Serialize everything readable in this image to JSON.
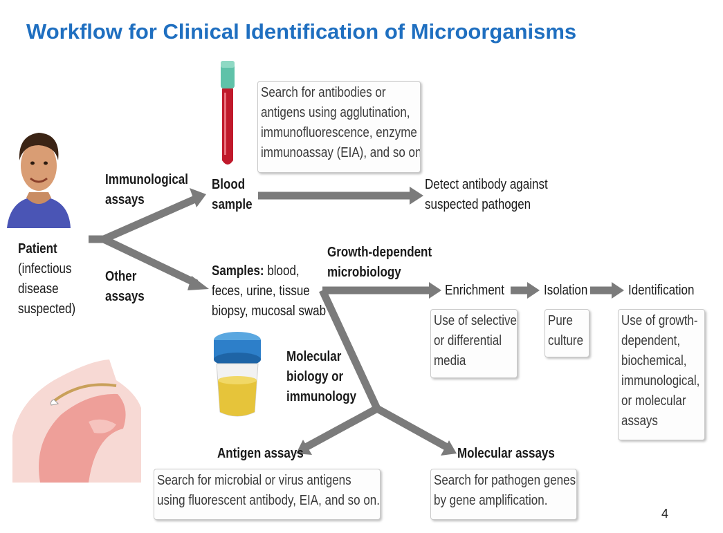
{
  "title": "Workflow for Clinical Identification of Microorganisms",
  "patient": {
    "head": "Patient",
    "lines": [
      "(infectious",
      "disease",
      "suspected)"
    ]
  },
  "immunological_assays": [
    "Immunological",
    "assays"
  ],
  "other_assays": [
    "Other",
    "assays"
  ],
  "blood_sample": [
    "Blood",
    "sample"
  ],
  "blood_box": [
    "Search for antibodies or",
    "antigens using agglutination,",
    "immunofluorescence, enzyme",
    "immunoassay (EIA), and so on."
  ],
  "detect_antibody": [
    "Detect antibody against",
    "suspected pathogen"
  ],
  "samples": {
    "head": "Samples:",
    "first_rest": " blood,",
    "lines": [
      "feces, urine, tissue",
      "biopsy, mucosal swab"
    ]
  },
  "growth_dependent": [
    "Growth-dependent",
    "microbiology"
  ],
  "enrichment": "Enrichment",
  "isolation": "Isolation",
  "identification": "Identification",
  "enrichment_box": [
    "Use of selective",
    "or differential",
    "media"
  ],
  "isolation_box": [
    "Pure",
    "culture"
  ],
  "identification_box": [
    "Use of growth-",
    "dependent,",
    "biochemical,",
    "immunological,",
    "or molecular",
    "assays"
  ],
  "molecular_biology": [
    "Molecular",
    "biology or",
    "immunology"
  ],
  "antigen_assays": "Antigen assays",
  "molecular_assays": "Molecular assays",
  "antigen_box": [
    "Search for microbial or virus antigens",
    "using fluorescent antibody, EIA, and so on."
  ],
  "molecular_box": [
    "Search for pathogen genes",
    "by gene amplification."
  ],
  "page_number": "4",
  "colors": {
    "title": "#1f6fc0",
    "arrow": "#7b7b7b",
    "blood": "#c0192b",
    "cap_teal": "#5fc2a9",
    "cup_blue": "#2d7fc9",
    "urine": "#e6c43a"
  },
  "icons": [
    "patient-face-icon",
    "blood-tube-icon",
    "specimen-cup-icon",
    "nasal-anatomy-icon"
  ]
}
